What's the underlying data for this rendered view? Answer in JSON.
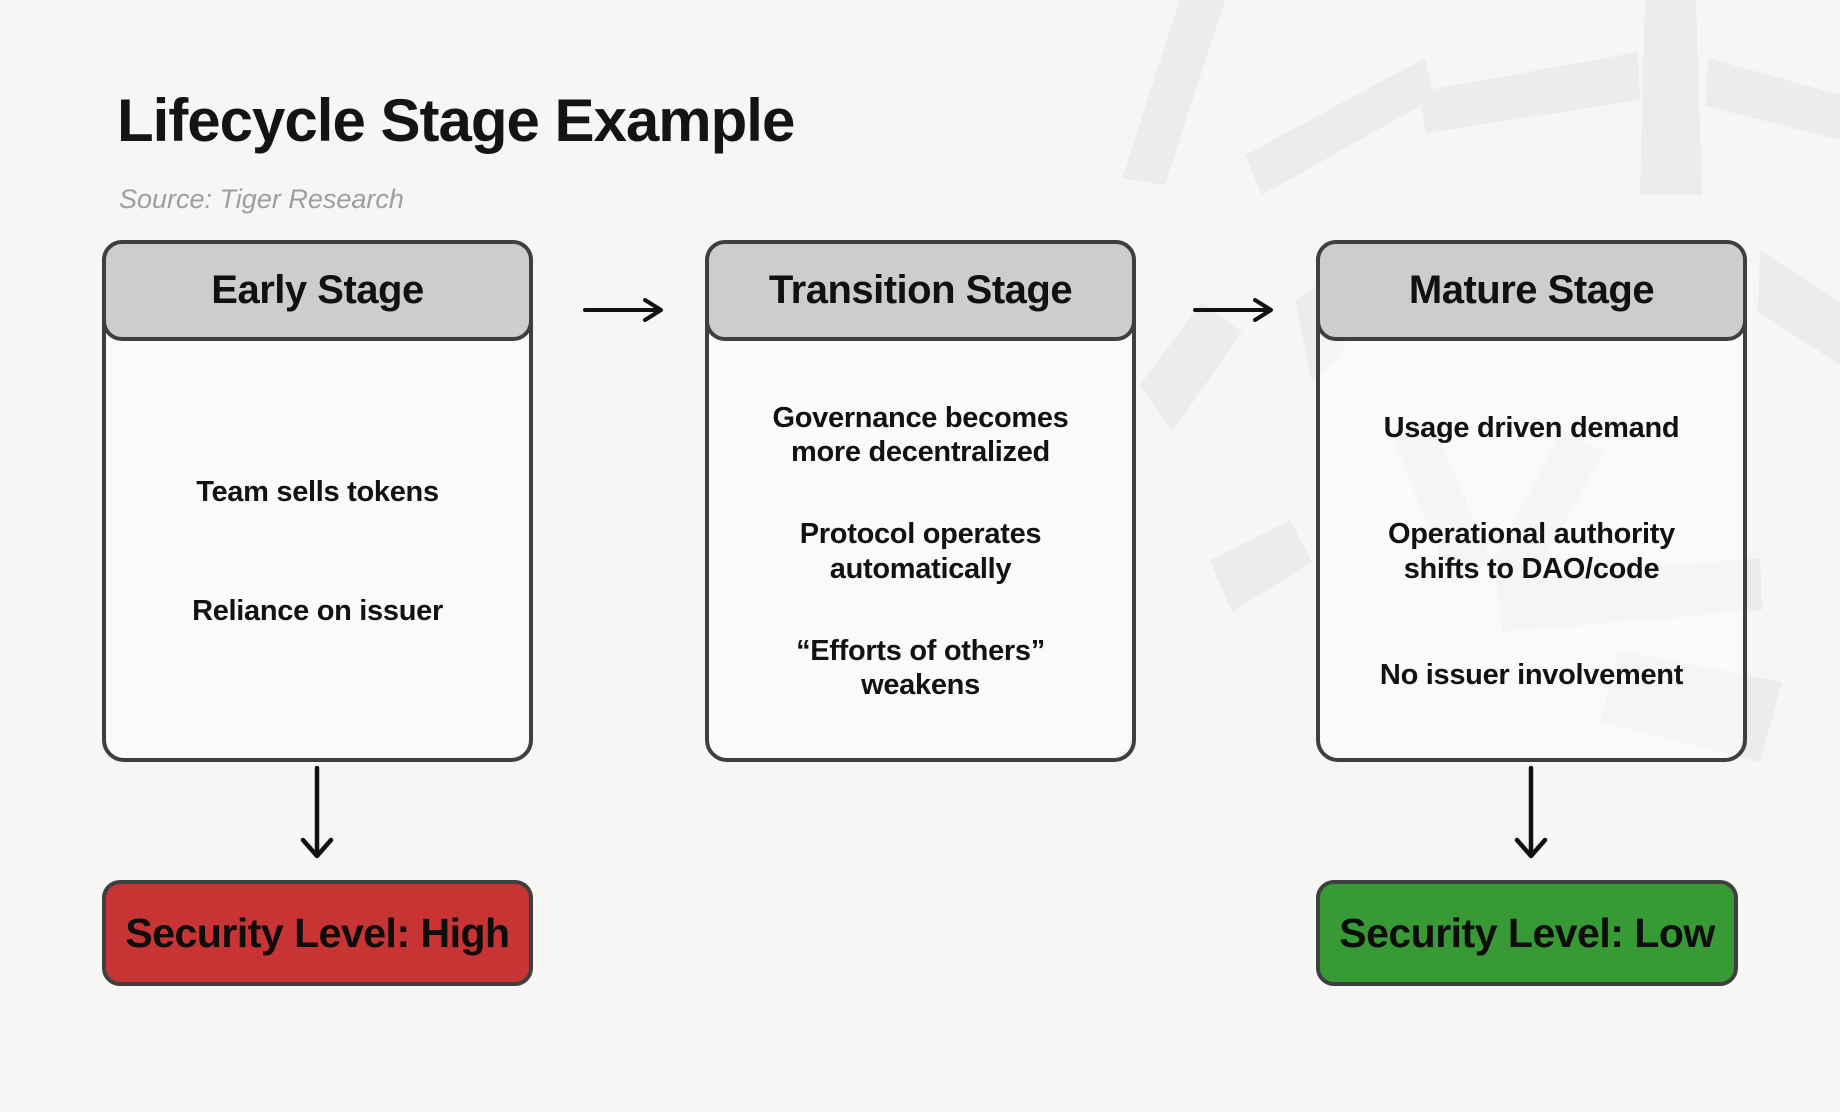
{
  "header": {
    "title": "Lifecycle Stage Example",
    "source": "Source: Tiger Research"
  },
  "stages": [
    {
      "title": "Early Stage",
      "items": [
        "Team sells tokens",
        "Reliance on issuer"
      ]
    },
    {
      "title": "Transition Stage",
      "items": [
        "Governance becomes more decentralized",
        "Protocol operates automatically",
        "“Efforts of others” weakens"
      ]
    },
    {
      "title": "Mature Stage",
      "items": [
        "Usage driven demand",
        "Operational authority shifts to DAO/code",
        "No issuer involvement"
      ]
    }
  ],
  "badges": [
    {
      "label": "Security Level: High",
      "level": "high",
      "color": "#c83434"
    },
    {
      "label": "Security Level: Low",
      "level": "low",
      "color": "#389a35"
    }
  ],
  "icons": {
    "flow_arrows": [
      "arrow-right-icon",
      "arrow-right-icon",
      "arrow-down-icon",
      "arrow-down-icon"
    ],
    "watermark": "tiger-research-logo-watermark"
  },
  "colors": {
    "background": "#f6f6f4",
    "box_border": "#3f3f3f",
    "header_fill": "#cdcdcd",
    "box_fill": "#fdfdfc",
    "security_high": "#c83434",
    "security_low": "#389a35",
    "watermark": "#ececea",
    "source_text": "#9e9e9e",
    "text": "#111111"
  }
}
